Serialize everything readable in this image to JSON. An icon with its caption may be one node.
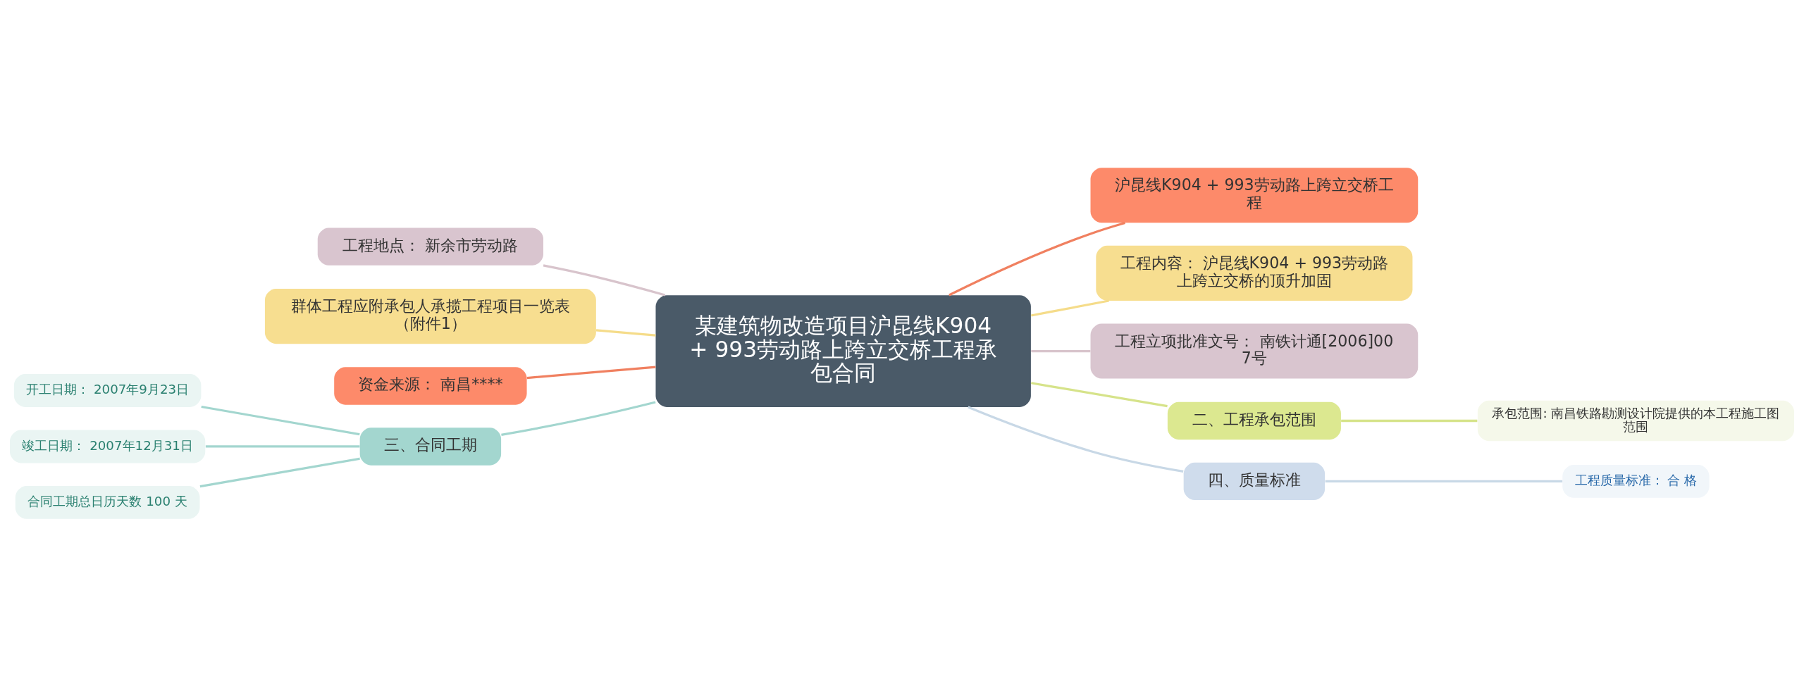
{
  "diagram": {
    "nodes": [
      {
        "text": [
          "某建筑物改造项目沪昆线K904 + 993劳动路上跨立交桥工程承包合同"
        ]
      },
      {
        "text": [
          "沪昆线K904 + 993劳动路上跨立交桥工程"
        ]
      },
      {
        "text": [
          "工程内容： 沪昆线K904 + 993劳动路上跨立交桥的顶升加固"
        ]
      },
      {
        "text": [
          "工程立项批准文号： 南铁计通[2006]007号"
        ]
      },
      {
        "text": [
          "二、工程承包范围"
        ]
      },
      {
        "text": [
          "承包范围: 南昌铁路勘测设计院提供的本工程施工图范围"
        ]
      },
      {
        "text": [
          "四、质量标准"
        ]
      },
      {
        "text": [
          "工程质量标准： 合 格"
        ]
      },
      {
        "text": [
          "工程地点： 新余市劳动路"
        ]
      },
      {
        "text": [
          "群体工程应附承包人承揽工程项目一览表（附件1）"
        ]
      },
      {
        "text": [
          "资金来源： 南昌****"
        ]
      },
      {
        "text": [
          "三、合同工期"
        ]
      },
      {
        "text": [
          "开工日期： 2007年9月23日"
        ]
      },
      {
        "text": [
          "竣工日期： 2007年12月31日"
        ]
      },
      {
        "text": [
          "合同工期总日历天数 100 天"
        ]
      }
    ],
    "edges": [
      {
        "from": 0,
        "to": 1,
        "arrow": "none",
        "color": "#f08060"
      },
      {
        "from": 0,
        "to": 2,
        "arrow": "none",
        "color": "#f5dc8a"
      },
      {
        "from": 0,
        "to": 3,
        "arrow": "none",
        "color": "#d8c4cc"
      },
      {
        "from": 0,
        "to": 4,
        "arrow": "none",
        "color": "#d6e38a"
      },
      {
        "from": 4,
        "to": 5,
        "arrow": "none",
        "color": "#d6e38a"
      },
      {
        "from": 0,
        "to": 6,
        "arrow": "none",
        "color": "#c8d8e6"
      },
      {
        "from": 6,
        "to": 7,
        "arrow": "none",
        "color": "#c8d8e6"
      },
      {
        "from": 0,
        "to": 8,
        "arrow": "none",
        "color": "#d8c4cc"
      },
      {
        "from": 0,
        "to": 9,
        "arrow": "none",
        "color": "#f5dc8a"
      },
      {
        "from": 0,
        "to": 10,
        "arrow": "none",
        "color": "#f08060"
      },
      {
        "from": 0,
        "to": 11,
        "arrow": "none",
        "color": "#a3d6cf"
      },
      {
        "from": 11,
        "to": 12,
        "arrow": "none",
        "color": "#a3d6cf"
      },
      {
        "from": 11,
        "to": 13,
        "arrow": "none",
        "color": "#a3d6cf"
      },
      {
        "from": 11,
        "to": 14,
        "arrow": "none",
        "color": "#a3d6cf"
      }
    ]
  }
}
